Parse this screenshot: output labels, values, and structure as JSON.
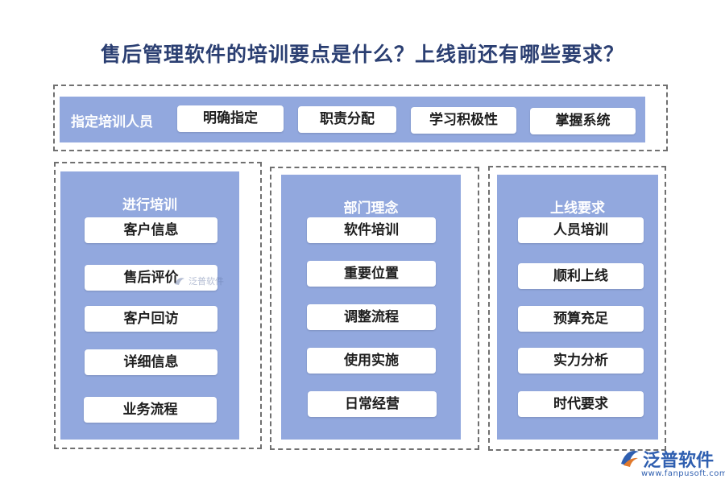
{
  "title": "售后管理软件的培训要点是什么？上线前还有哪些要求？",
  "top_section": {
    "label": "指定培训人员",
    "items": [
      "明确指定",
      "职责分配",
      "学习积极性",
      "掌握系统"
    ]
  },
  "columns": [
    {
      "header": "进行培训",
      "items": [
        "客户信息",
        "售后评价",
        "客户回访",
        "详细信息",
        "业务流程"
      ]
    },
    {
      "header": "部门理念",
      "items": [
        "软件培训",
        "重要位置",
        "调整流程",
        "使用实施",
        "日常经营"
      ]
    },
    {
      "header": "上线要求",
      "items": [
        "人员培训",
        "顺利上线",
        "预算充足",
        "实力分析",
        "时代要求"
      ]
    }
  ],
  "watermark": {
    "brand": "泛普软件"
  },
  "logo": {
    "name": "泛普软件",
    "url": "www.fanpusoft.com"
  },
  "colors": {
    "panel": "#92a8de",
    "title": "#2b3f72",
    "logo": "#2f5fb0"
  }
}
